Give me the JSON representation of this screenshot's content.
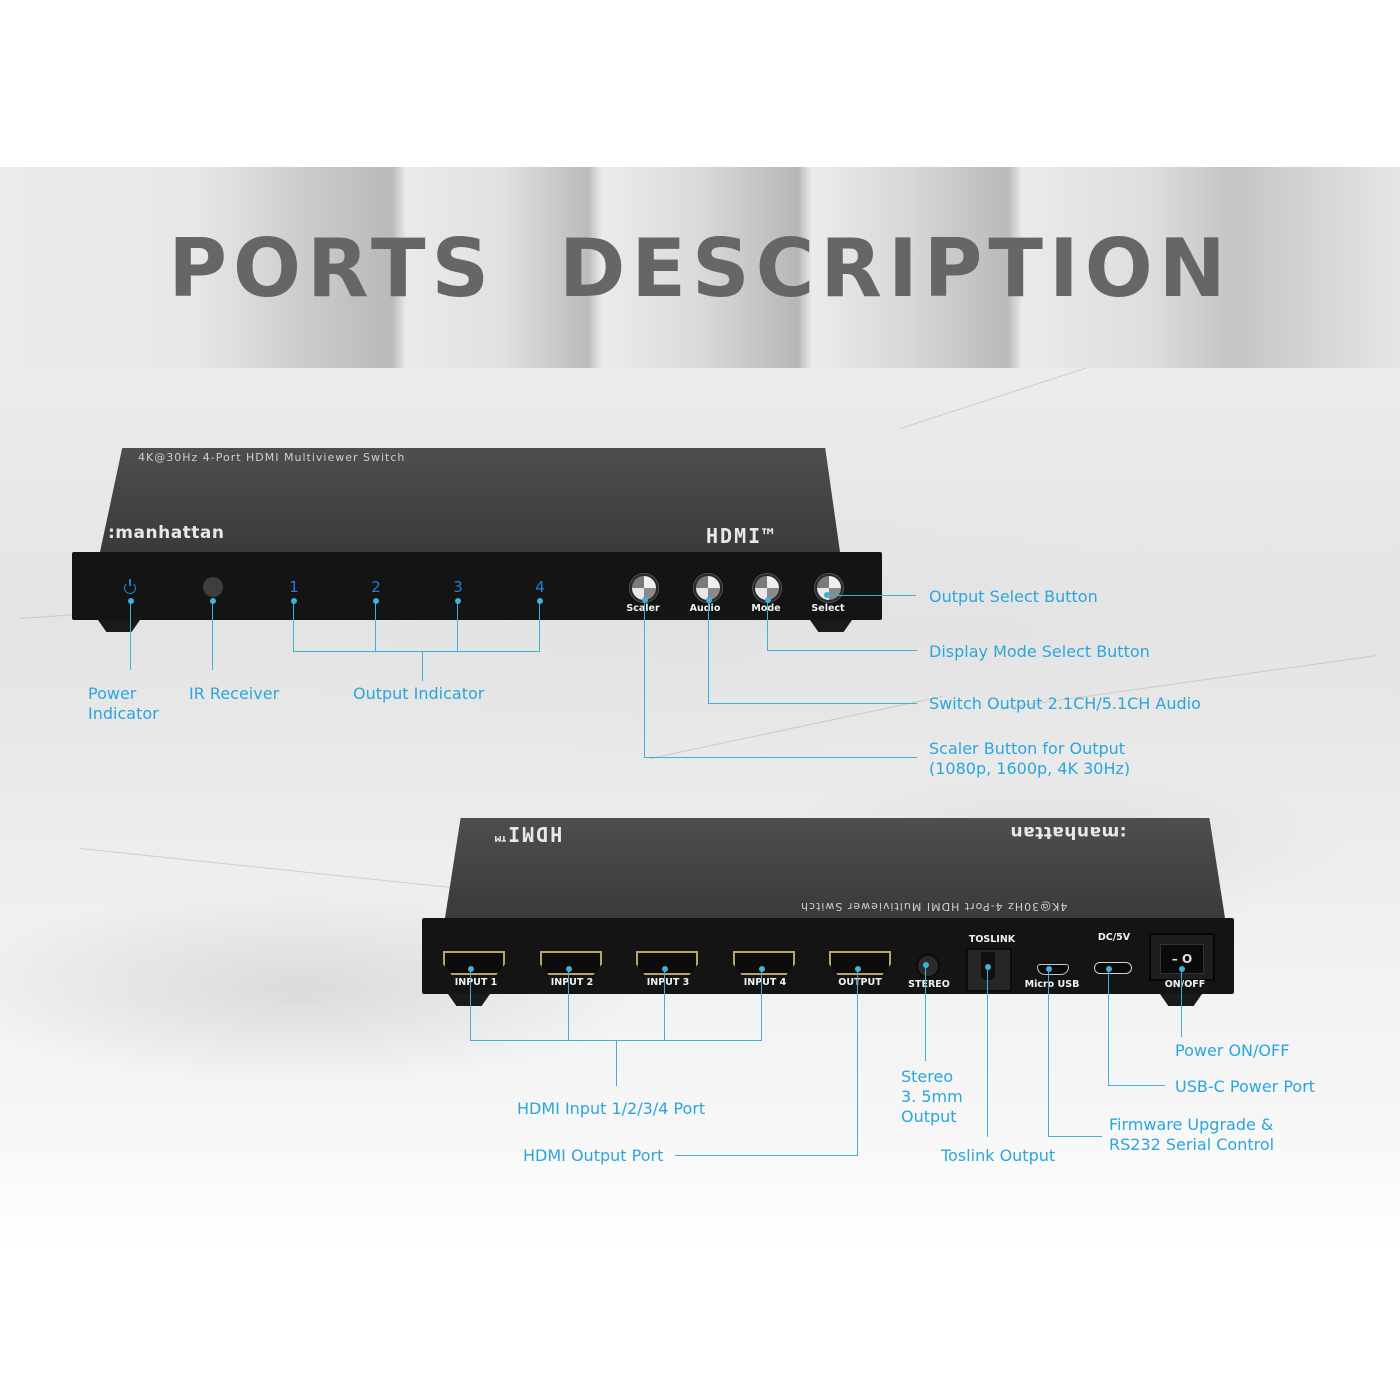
{
  "title": "PORTS   DESCRIPTION",
  "front_device": {
    "model_text": "4K@30Hz 4-Port HDMI Multiviewer Switch",
    "brand": ":manhattan",
    "hdmi_logo": "HDMI™",
    "indicators": [
      "1",
      "2",
      "3",
      "4"
    ],
    "buttons": [
      "Scaler",
      "Audio",
      "Mode",
      "Select"
    ]
  },
  "rear_device": {
    "model_text": "4K@30Hz 4-Port HDMI Multiviewer Switch",
    "brand": ":manhattan",
    "hdmi_logo": "HDMI™",
    "ports": [
      "INPUT 1",
      "INPUT 2",
      "INPUT 3",
      "INPUT 4",
      "OUTPUT"
    ],
    "stereo": "STEREO",
    "toslink": "TOSLINK",
    "micro_usb": "Micro USB",
    "dc": "DC/5V",
    "switch_label": "ON/OFF",
    "switch_glyph": "– O"
  },
  "callouts": {
    "power_indicator_1": "Power",
    "power_indicator_2": "Indicator",
    "ir_receiver": "IR Receiver",
    "output_indicator": "Output Indicator",
    "output_select": "Output Select Button",
    "display_mode": "Display Mode Select Button",
    "switch_audio": "Switch Output 2.1CH/5.1CH Audio",
    "scaler_1": "Scaler Button for Output",
    "scaler_2": "(1080p, 1600p, 4K 30Hz)",
    "hdmi_input": "HDMI  Input 1/2/3/4 Port",
    "hdmi_output": "HDMI Output Port",
    "stereo_1": "Stereo",
    "stereo_2": "3. 5mm",
    "stereo_3": "Output",
    "toslink_output": "Toslink Output",
    "firmware_1": "Firmware Upgrade &",
    "firmware_2": "RS232 Serial Control",
    "usbc_power": "USB-C Power Port",
    "power_onoff": "Power ON/OFF"
  },
  "colors": {
    "accent": "#2aa6dc",
    "line": "#3fb0d8",
    "title": "#666666",
    "device": "#141414"
  }
}
